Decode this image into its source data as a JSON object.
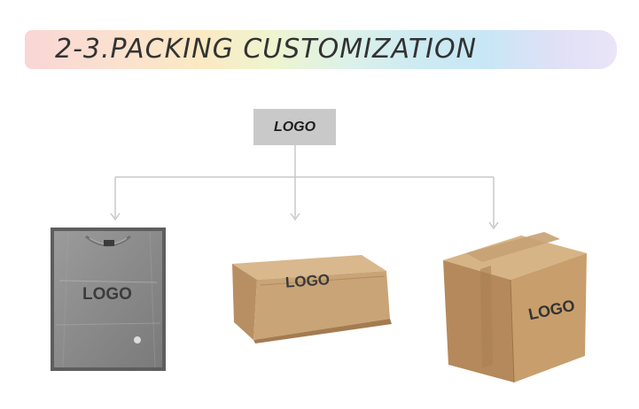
{
  "banner": {
    "title": "2-3.PACKING CUSTOMIZATION"
  },
  "source": {
    "logo_text": "LOGO"
  },
  "packages": [
    {
      "name": "polybag-tshirt",
      "logo_text": "LOGO"
    },
    {
      "name": "mailer-box",
      "logo_text": "LOGO"
    },
    {
      "name": "shipping-carton",
      "logo_text": "LOGO"
    }
  ],
  "colors": {
    "logo_box": "#c9c9c9",
    "connector": "#c8c8c8",
    "kraft": "#c8a47a"
  }
}
